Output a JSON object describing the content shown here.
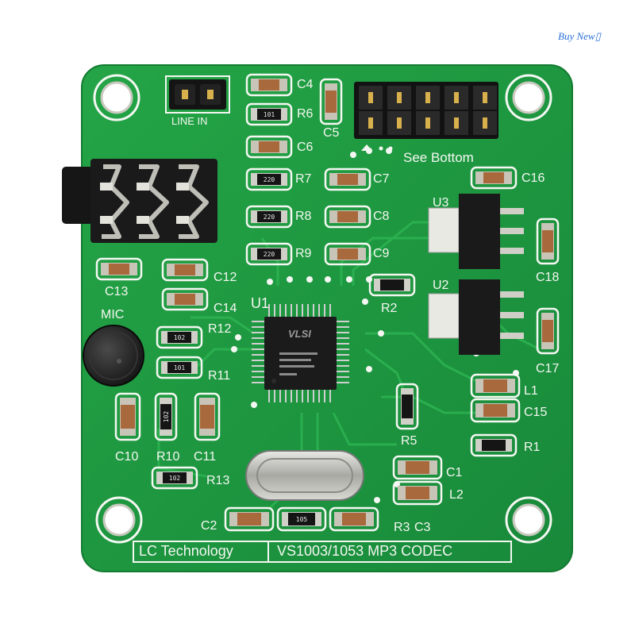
{
  "watermark": "Buy  New▯",
  "board": {
    "pcb_color": "#1f9a3e",
    "silk_color": "#f4f7f2",
    "header_label": "LINE IN",
    "header_note": "See Bottom",
    "chip_marking": "VLSI",
    "footer_left": "LC Technology",
    "footer_right": "VS1003/1053 MP3 CODEC",
    "mic_label": "MIC",
    "designators": {
      "C1": "C1",
      "C2": "C2",
      "C3": "C3",
      "C4": "C4",
      "C5": "C5",
      "C6": "C6",
      "C7": "C7",
      "C8": "C8",
      "C9": "C9",
      "C10": "C10",
      "C11": "C11",
      "C12": "C12",
      "C13": "C13",
      "C14": "C14",
      "C15": "C15",
      "C16": "C16",
      "C17": "C17",
      "C18": "C18",
      "R1": "R1",
      "R2": "R2",
      "R3": "R3",
      "R5": "R5",
      "R6": "R6",
      "R7": "R7",
      "R8": "R8",
      "R9": "R9",
      "R10": "R10",
      "R11": "R11",
      "R12": "R12",
      "R13": "R13",
      "U1": "U1",
      "U2": "U2",
      "U3": "U3",
      "L1": "L1",
      "L2": "L2"
    },
    "resistor_codes": {
      "r6": "101",
      "r7": "220",
      "r8": "220",
      "r9": "220",
      "r12": "102",
      "r11": "101",
      "r10": "102",
      "r13": "102",
      "r3": "105"
    }
  }
}
